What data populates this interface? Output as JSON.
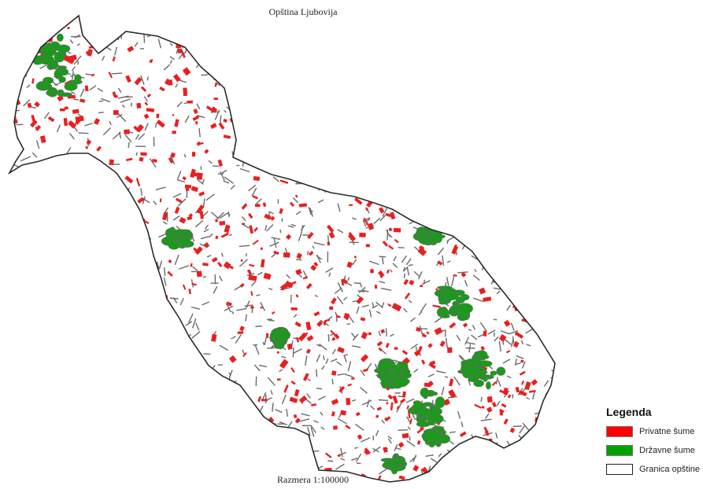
{
  "map": {
    "title": "Opština Ljubovija",
    "scale_text": "Razmera 1:100000",
    "colors": {
      "private_forest": "#e82020",
      "state_forest": "#1a9a1a",
      "forest_outline": "#6a6a6a",
      "boundary": "#2a2a2a"
    }
  },
  "legend": {
    "title": "Legenda",
    "items": [
      {
        "label": "Privatne šume",
        "color": "#ff0000"
      },
      {
        "label": "Državne šume",
        "color": "#00a000"
      },
      {
        "label": "Granica opštine",
        "color": "#ffffff"
      }
    ]
  }
}
